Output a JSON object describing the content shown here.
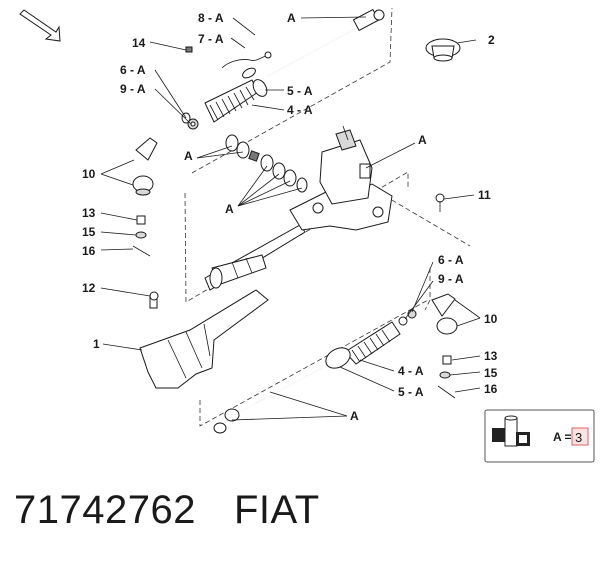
{
  "labels": {
    "a": "A",
    "l1": "1",
    "l2": "2",
    "l4a": "4 - A",
    "l5a": "5 - A",
    "l6a": "6 - A",
    "l7a": "7 - A",
    "l8a": "8 - A",
    "l9a": "9 - A",
    "l10": "10",
    "l11": "11",
    "l12": "12",
    "l13": "13",
    "l14": "14",
    "l15": "15",
    "l16": "16"
  },
  "kit_box": {
    "text": "A =",
    "qty": "3"
  },
  "footer": {
    "part_number": "71742762",
    "brand": "FIAT"
  },
  "colors": {
    "qty_box": "#e06060",
    "qty_fill": "#fbe3e3"
  }
}
